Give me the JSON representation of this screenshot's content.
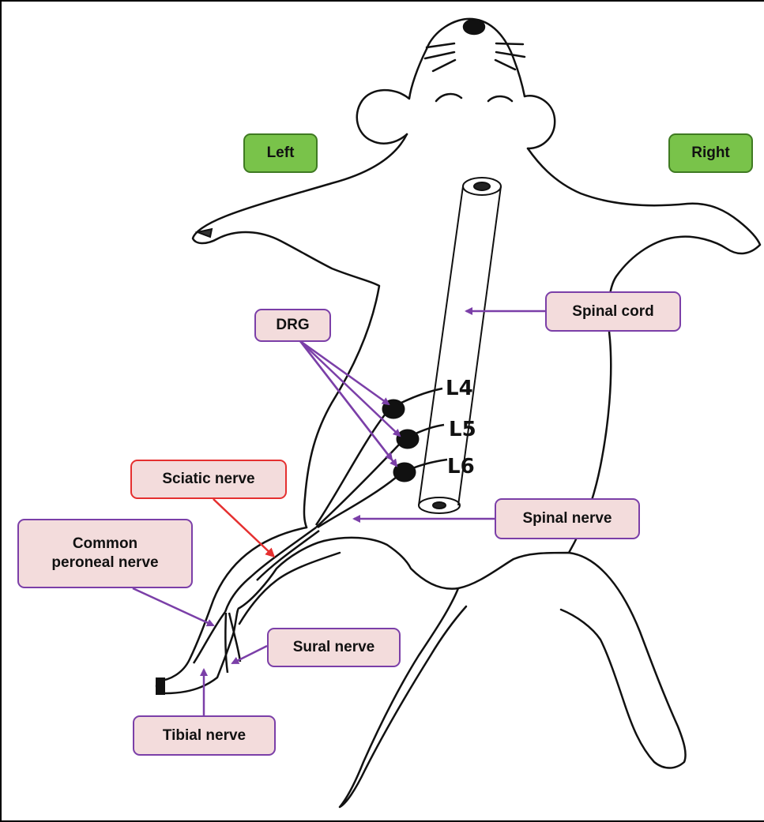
{
  "sides": {
    "left": "Left",
    "right": "Right"
  },
  "labels": {
    "spinal_cord": "Spinal cord",
    "drg": "DRG",
    "sciatic_nerve": "Sciatic nerve",
    "spinal_nerve": "Spinal nerve",
    "common_peroneal_nerve": "Common\nperoneal nerve",
    "sural_nerve": "Sural nerve",
    "tibial_nerve": "Tibial nerve"
  },
  "vertebrae": {
    "l4": "L4",
    "l5": "L5",
    "l6": "L6"
  },
  "colors": {
    "label_fill": "#f3dcdc",
    "label_border": "#7b3fa8",
    "sciatic_border": "#e53030",
    "side_fill": "#79c34a",
    "arrow_purple": "#7b3fa8",
    "arrow_red": "#e53030"
  }
}
